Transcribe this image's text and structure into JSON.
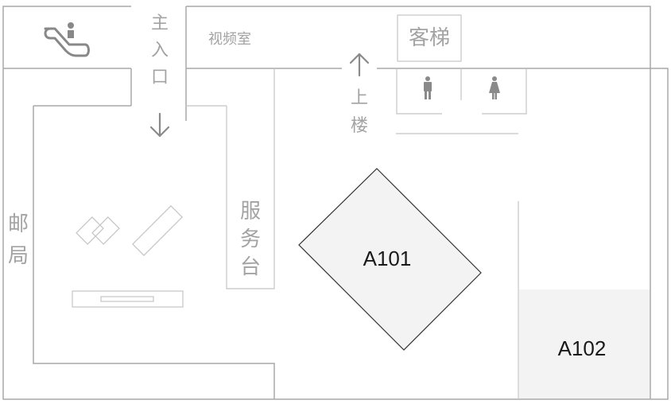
{
  "map": {
    "main_entrance": {
      "label_chars": [
        "主",
        "入",
        "口"
      ]
    },
    "video_room": {
      "label": "视频室"
    },
    "guest_elevator": {
      "label": "客梯"
    },
    "stairs_up": {
      "label_chars": [
        "上",
        "楼"
      ]
    },
    "post_office": {
      "label_chars": [
        "邮",
        "局"
      ]
    },
    "service_desk": {
      "label_chars": [
        "服",
        "务",
        "台"
      ]
    },
    "shops": [
      {
        "id": "a101",
        "label": "A101"
      },
      {
        "id": "a102",
        "label": "A102"
      }
    ],
    "icons": [
      "escalator-icon",
      "male-restroom-icon",
      "female-restroom-icon",
      "arrow-up-icon",
      "arrow-down-icon"
    ],
    "colors": {
      "walls": "#a9a9a9",
      "labels": "#a3a3a3",
      "shop_fill": "#f2f3f2",
      "shop_text": "#1a1a1a"
    }
  }
}
